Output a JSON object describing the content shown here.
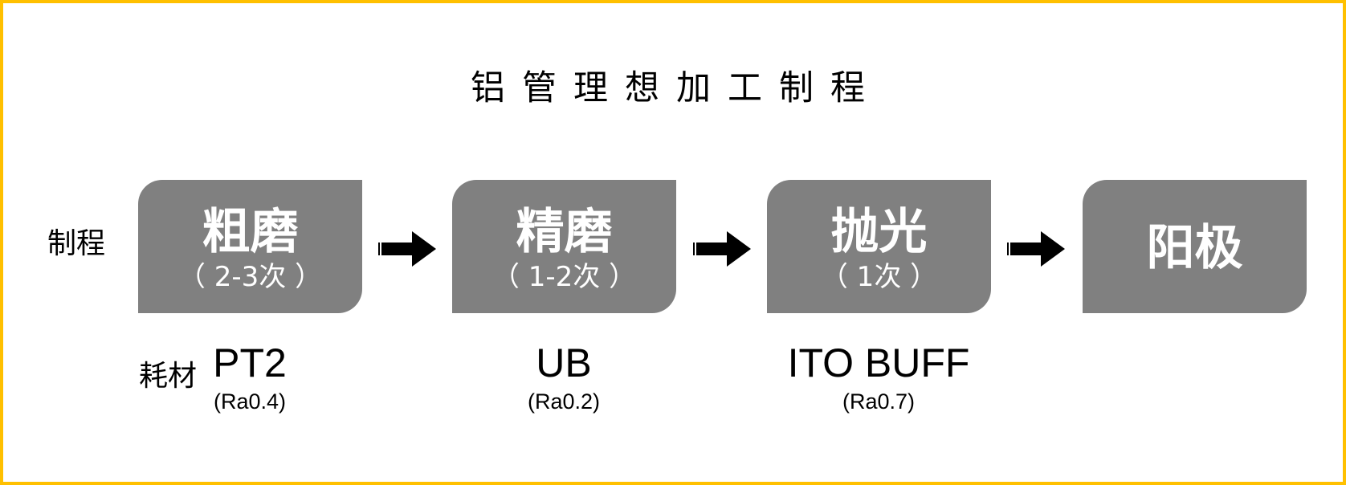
{
  "title": "铝管理想加工制程",
  "row_labels": {
    "process": "制程",
    "material": "耗材"
  },
  "steps": [
    {
      "name": "粗磨",
      "count": "（ 2-3次 ）"
    },
    {
      "name": "精磨",
      "count": "（ 1-2次 ）"
    },
    {
      "name": "抛光",
      "count": "（ 1次 ）"
    },
    {
      "name": "阳极",
      "count": ""
    }
  ],
  "materials": [
    {
      "name": "PT2",
      "roughness": "(Ra0.4)"
    },
    {
      "name": "UB",
      "roughness": "(Ra0.2)"
    },
    {
      "name": "ITO BUFF",
      "roughness": "(Ra0.7)"
    }
  ],
  "colors": {
    "frame": "#ffc000",
    "step_fill": "#808080",
    "step_text": "#ffffff",
    "arrow": "#000000"
  }
}
